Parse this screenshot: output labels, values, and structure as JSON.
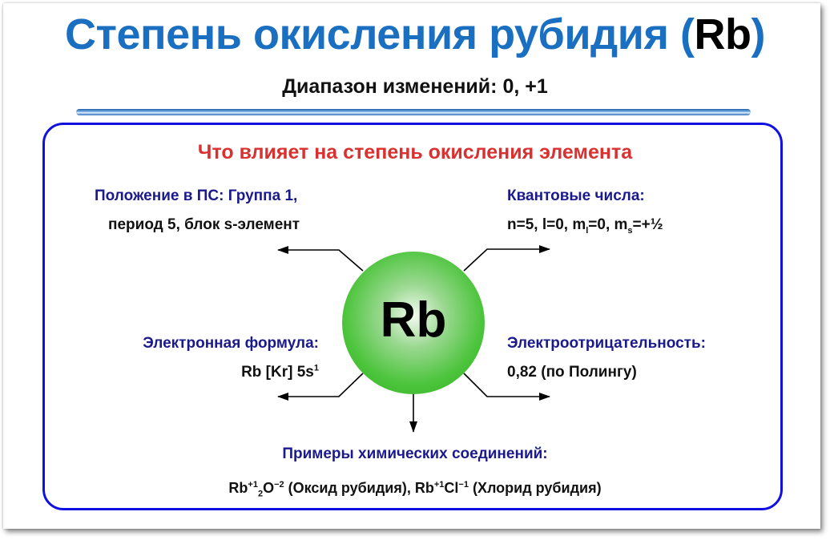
{
  "header": {
    "title_main": "Степень окисления рубидия (",
    "title_symbol": "Rb",
    "title_close": ")",
    "subtitle": "Диапазон изменений: 0, +1"
  },
  "panel": {
    "heading": "Что влияет на степень окисления элемента",
    "center_symbol": "Rb",
    "position": {
      "label": "Положение в ПС: Группа 1,",
      "value": "период 5, блок s-элемент"
    },
    "quantum_numbers": {
      "label": "Квантовые числа:",
      "n": "n=5, l=0, m",
      "ml_sub": "l",
      "ml_val": "=0, m",
      "ms_sub": "s",
      "ms_val": "=+½"
    },
    "electron_formula": {
      "label": "Электронная формула:",
      "value": "Rb [Kr] 5s",
      "value_sup": "1"
    },
    "electronegativity": {
      "label": "Электроотрицательность:",
      "value": "0,82 (по Полингу)"
    },
    "examples": {
      "label": "Примеры химических соединений:",
      "c1_el1": "Rb",
      "c1_ox1": "+1",
      "c1_idx": "2",
      "c1_el2": "O",
      "c1_ox2": "−2",
      "c1_name": " (Оксид рубидия), ",
      "c2_el1": "Rb",
      "c2_ox1": "+1",
      "c2_el2": "Cl",
      "c2_ox2": "−1",
      "c2_name": " (Хлорид рубидия)"
    }
  },
  "colors": {
    "title_blue": "#1a6fc0",
    "heading_red": "#d93030",
    "label_navy": "#1a1a8c",
    "panel_border": "#1010e0",
    "circle_green": "#3cb82e"
  }
}
